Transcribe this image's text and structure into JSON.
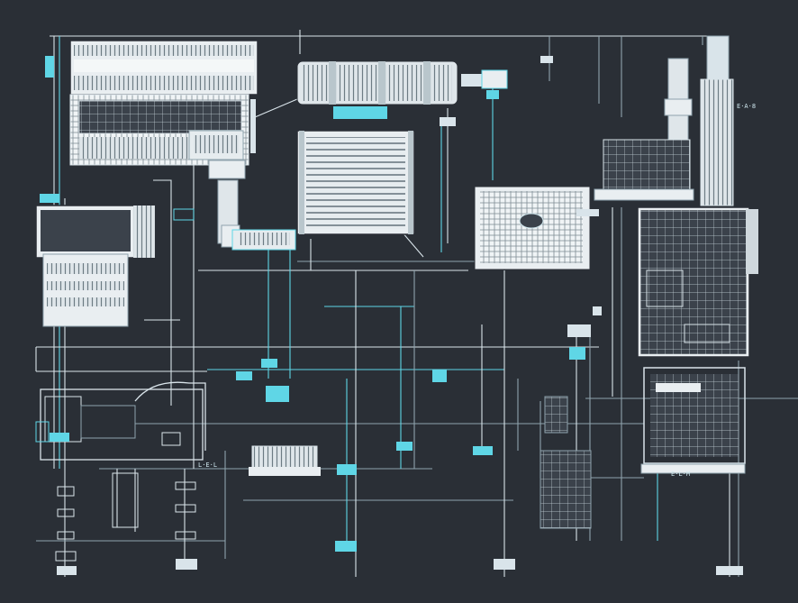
{
  "palette": {
    "background": "#2a2f36",
    "line_white": "#d9e4ea",
    "line_cyan": "#5fd6e6",
    "line_dim": "#8fa3ad",
    "panel_fill": "#e9eef1",
    "panel_dark": "#3a4048"
  },
  "labels": {
    "tag_right_top": "E·A·8",
    "tag_bottom_mid": "L·E·L",
    "tag_bottom_right": "E·L·M"
  }
}
